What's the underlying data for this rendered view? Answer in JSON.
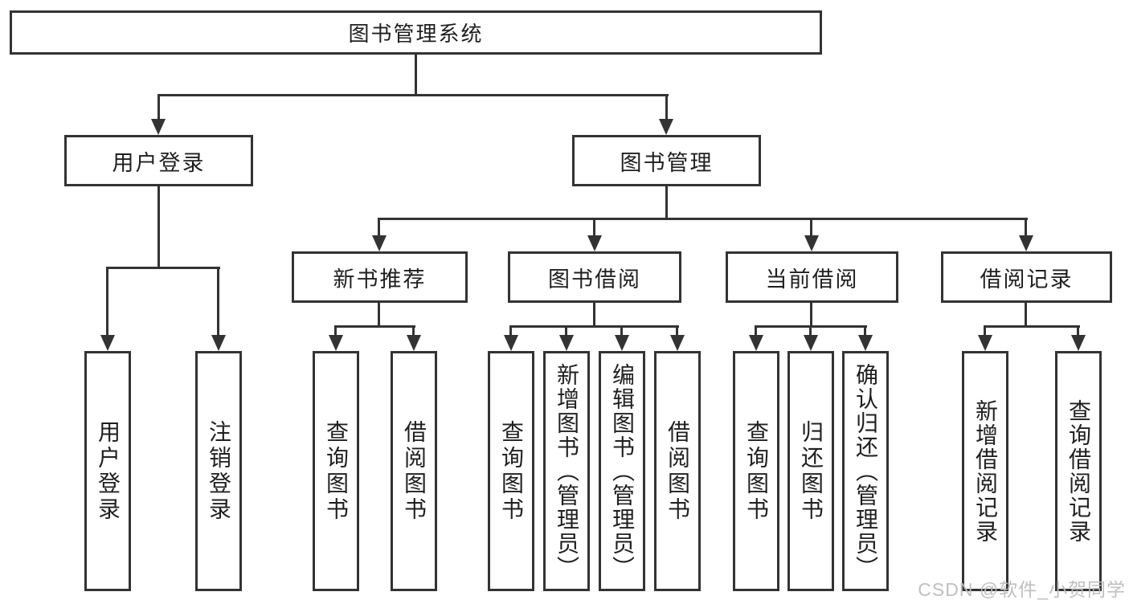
{
  "diagram": {
    "type": "hierarchy-tree",
    "colors": {
      "line": "#333333",
      "border": "#333333",
      "text": "#1f1f1f",
      "background": "#ffffff",
      "watermark": "#bcbcbc"
    },
    "watermark": "CSDN @软件_小贺同学"
  },
  "tree": {
    "root": {
      "label": "图书管理系统",
      "children": [
        {
          "label": "用户登录",
          "children": [
            {
              "label": "用户登录"
            },
            {
              "label": "注销登录"
            }
          ]
        },
        {
          "label": "图书管理",
          "children": [
            {
              "label": "新书推荐",
              "children": [
                {
                  "label": "查询图书"
                },
                {
                  "label": "借阅图书"
                }
              ]
            },
            {
              "label": "图书借阅",
              "children": [
                {
                  "label": "查询图书"
                },
                {
                  "label": "新增图书（管理员）"
                },
                {
                  "label": "编辑图书（管理员）"
                },
                {
                  "label": "借阅图书"
                }
              ]
            },
            {
              "label": "当前借阅",
              "children": [
                {
                  "label": "查询图书"
                },
                {
                  "label": "归还图书"
                },
                {
                  "label": "确认归还（管理员）"
                }
              ]
            },
            {
              "label": "借阅记录",
              "children": [
                {
                  "label": "新增借阅记录"
                },
                {
                  "label": "查询借阅记录"
                }
              ]
            }
          ]
        }
      ]
    }
  }
}
